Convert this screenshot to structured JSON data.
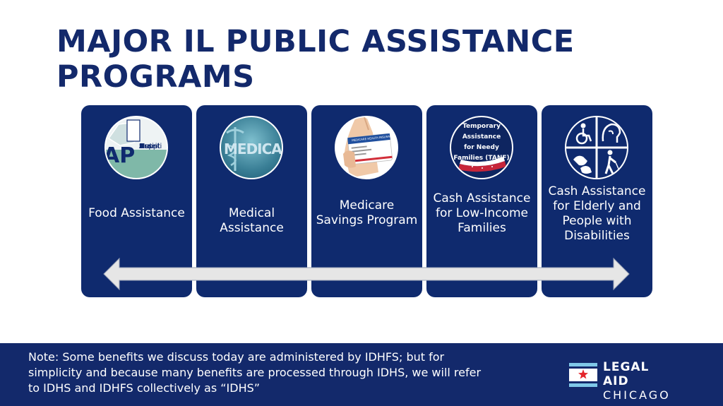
{
  "slide": {
    "title": "MAJOR IL PUBLIC ASSISTANCE PROGRAMS"
  },
  "programs": [
    {
      "label": "Food Assistance",
      "icon": "snap-logo-icon",
      "image_text": {
        "big": "AP",
        "words": [
          [
            "S",
            "uppl"
          ],
          [
            "N",
            "utriti"
          ],
          [
            "A",
            "ssist"
          ],
          [
            "P",
            "ro"
          ]
        ]
      }
    },
    {
      "label": "Medical Assistance",
      "icon": "medicaid-logo-icon",
      "image_text": {
        "word": "MEDICAID"
      }
    },
    {
      "label": "Medicare Savings Program",
      "icon": "medicare-card-icon",
      "image_text": {
        "card_header": "MEDICARE HEALTH INSURANCE"
      }
    },
    {
      "label": "Cash Assistance for Low-Income Families",
      "icon": "tanf-logo-icon",
      "image_text": {
        "lines": [
          "Temporary",
          "Assistance",
          "for Needy",
          "Families (TANF)"
        ]
      }
    },
    {
      "label": "Cash Assistance for Elderly and People with Disabilities",
      "icon": "disability-symbols-icon"
    }
  ],
  "footer": {
    "note": "Note: Some benefits we discuss today are administered by IDHFS; but for simplicity and because many benefits are processed through IDHS, we will refer to IDHS and IDHFS collectively as “IDHS”",
    "logo_line1": "LEGAL AID",
    "logo_line2": "CHICAGO"
  },
  "colors": {
    "title": "#13296b",
    "card": "#0f2a6e",
    "footer": "#13296b",
    "arrow_fill": "#e6e6e6",
    "logo_star": "#e4262c",
    "logo_blue": "#7fc8e8"
  }
}
